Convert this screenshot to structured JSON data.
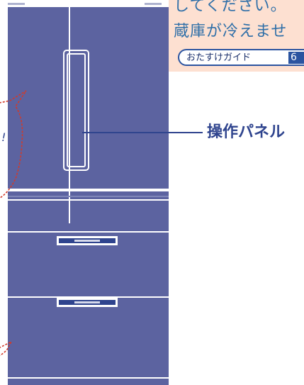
{
  "note": {
    "line1": "してください。",
    "line2": "蔵庫が冷えませ"
  },
  "guide": {
    "label": "おたすけガイド",
    "page": "6"
  },
  "callout": {
    "label": "操作パネル"
  },
  "bubble": {
    "text": "!"
  },
  "colors": {
    "fridge_body": "#5c63a0",
    "accent_blue": "#2f448e",
    "note_background": "#fde0d1",
    "bubble_outline": "#d23a2a"
  }
}
